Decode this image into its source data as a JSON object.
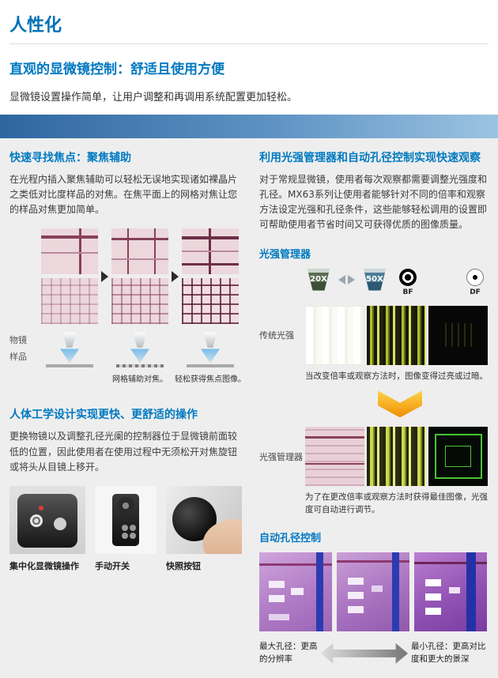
{
  "colors": {
    "accent_blue": "#0070b8",
    "band_blue_start": "#2f669f",
    "band_blue_end": "#9cc3e1",
    "content_bg": "#eeeeee",
    "arrow_orange": "#ef8e00"
  },
  "header": {
    "title": "人性化",
    "subtitle": "直观的显微镜控制：舒适且使用方便",
    "intro": "显微镜设置操作简单，让用户调整和再调用系统配置更加轻松。"
  },
  "focus": {
    "heading": "快速寻找焦点：聚焦辅助",
    "body": "在光程内插入聚焦辅助可以轻松无误地实现诸如裸晶片之类低对比度样品的对焦。在焦平面上的网格对焦让您的样品对焦更加简单。",
    "objective_label": "物镜",
    "sample_label": "样品",
    "caption_grid": "网格辅助对焦。",
    "caption_focus": "轻松获得焦点图像。"
  },
  "ergonomics": {
    "heading": "人体工学设计实现更快、更舒适的操作",
    "body": "更换物镜以及调整孔径光阑的控制器位于显微镜前面较低的位置，因此使用者在使用过程中无须松开对焦旋钮或将头从目镜上移开。",
    "captions": [
      "集中化显微镜操作",
      "手动开关",
      "快照按钮"
    ]
  },
  "light": {
    "heading": "利用光强管理器和自动孔径控制实现快速观察",
    "body": "对于常规显微镜，使用者每次观察都需要调整光强度和孔径。MX63系列让使用者能够针对不同的倍率和观察方法设定光强和孔径条件，这些能够轻松调用的设置即可帮助使用者节省时间又可获得优质的图像质量。",
    "manager_title": "光强管理器",
    "objectives": [
      "20X",
      "50X"
    ],
    "modes": [
      "BF",
      "DF"
    ],
    "traditional_label": "传统光强",
    "traditional_caption": "当改变倍率或观察方法时，图像变得过亮或过暗。",
    "manager_label": "光强管理器",
    "manager_caption": "为了在更改倍率或观察方法时获得最佳图像，光强度可自动进行调节。"
  },
  "aperture": {
    "heading": "自动孔径控制",
    "max_label": "最大孔径：更高的分辨率",
    "min_label": "最小孔径：更高对比度和更大的景深"
  }
}
